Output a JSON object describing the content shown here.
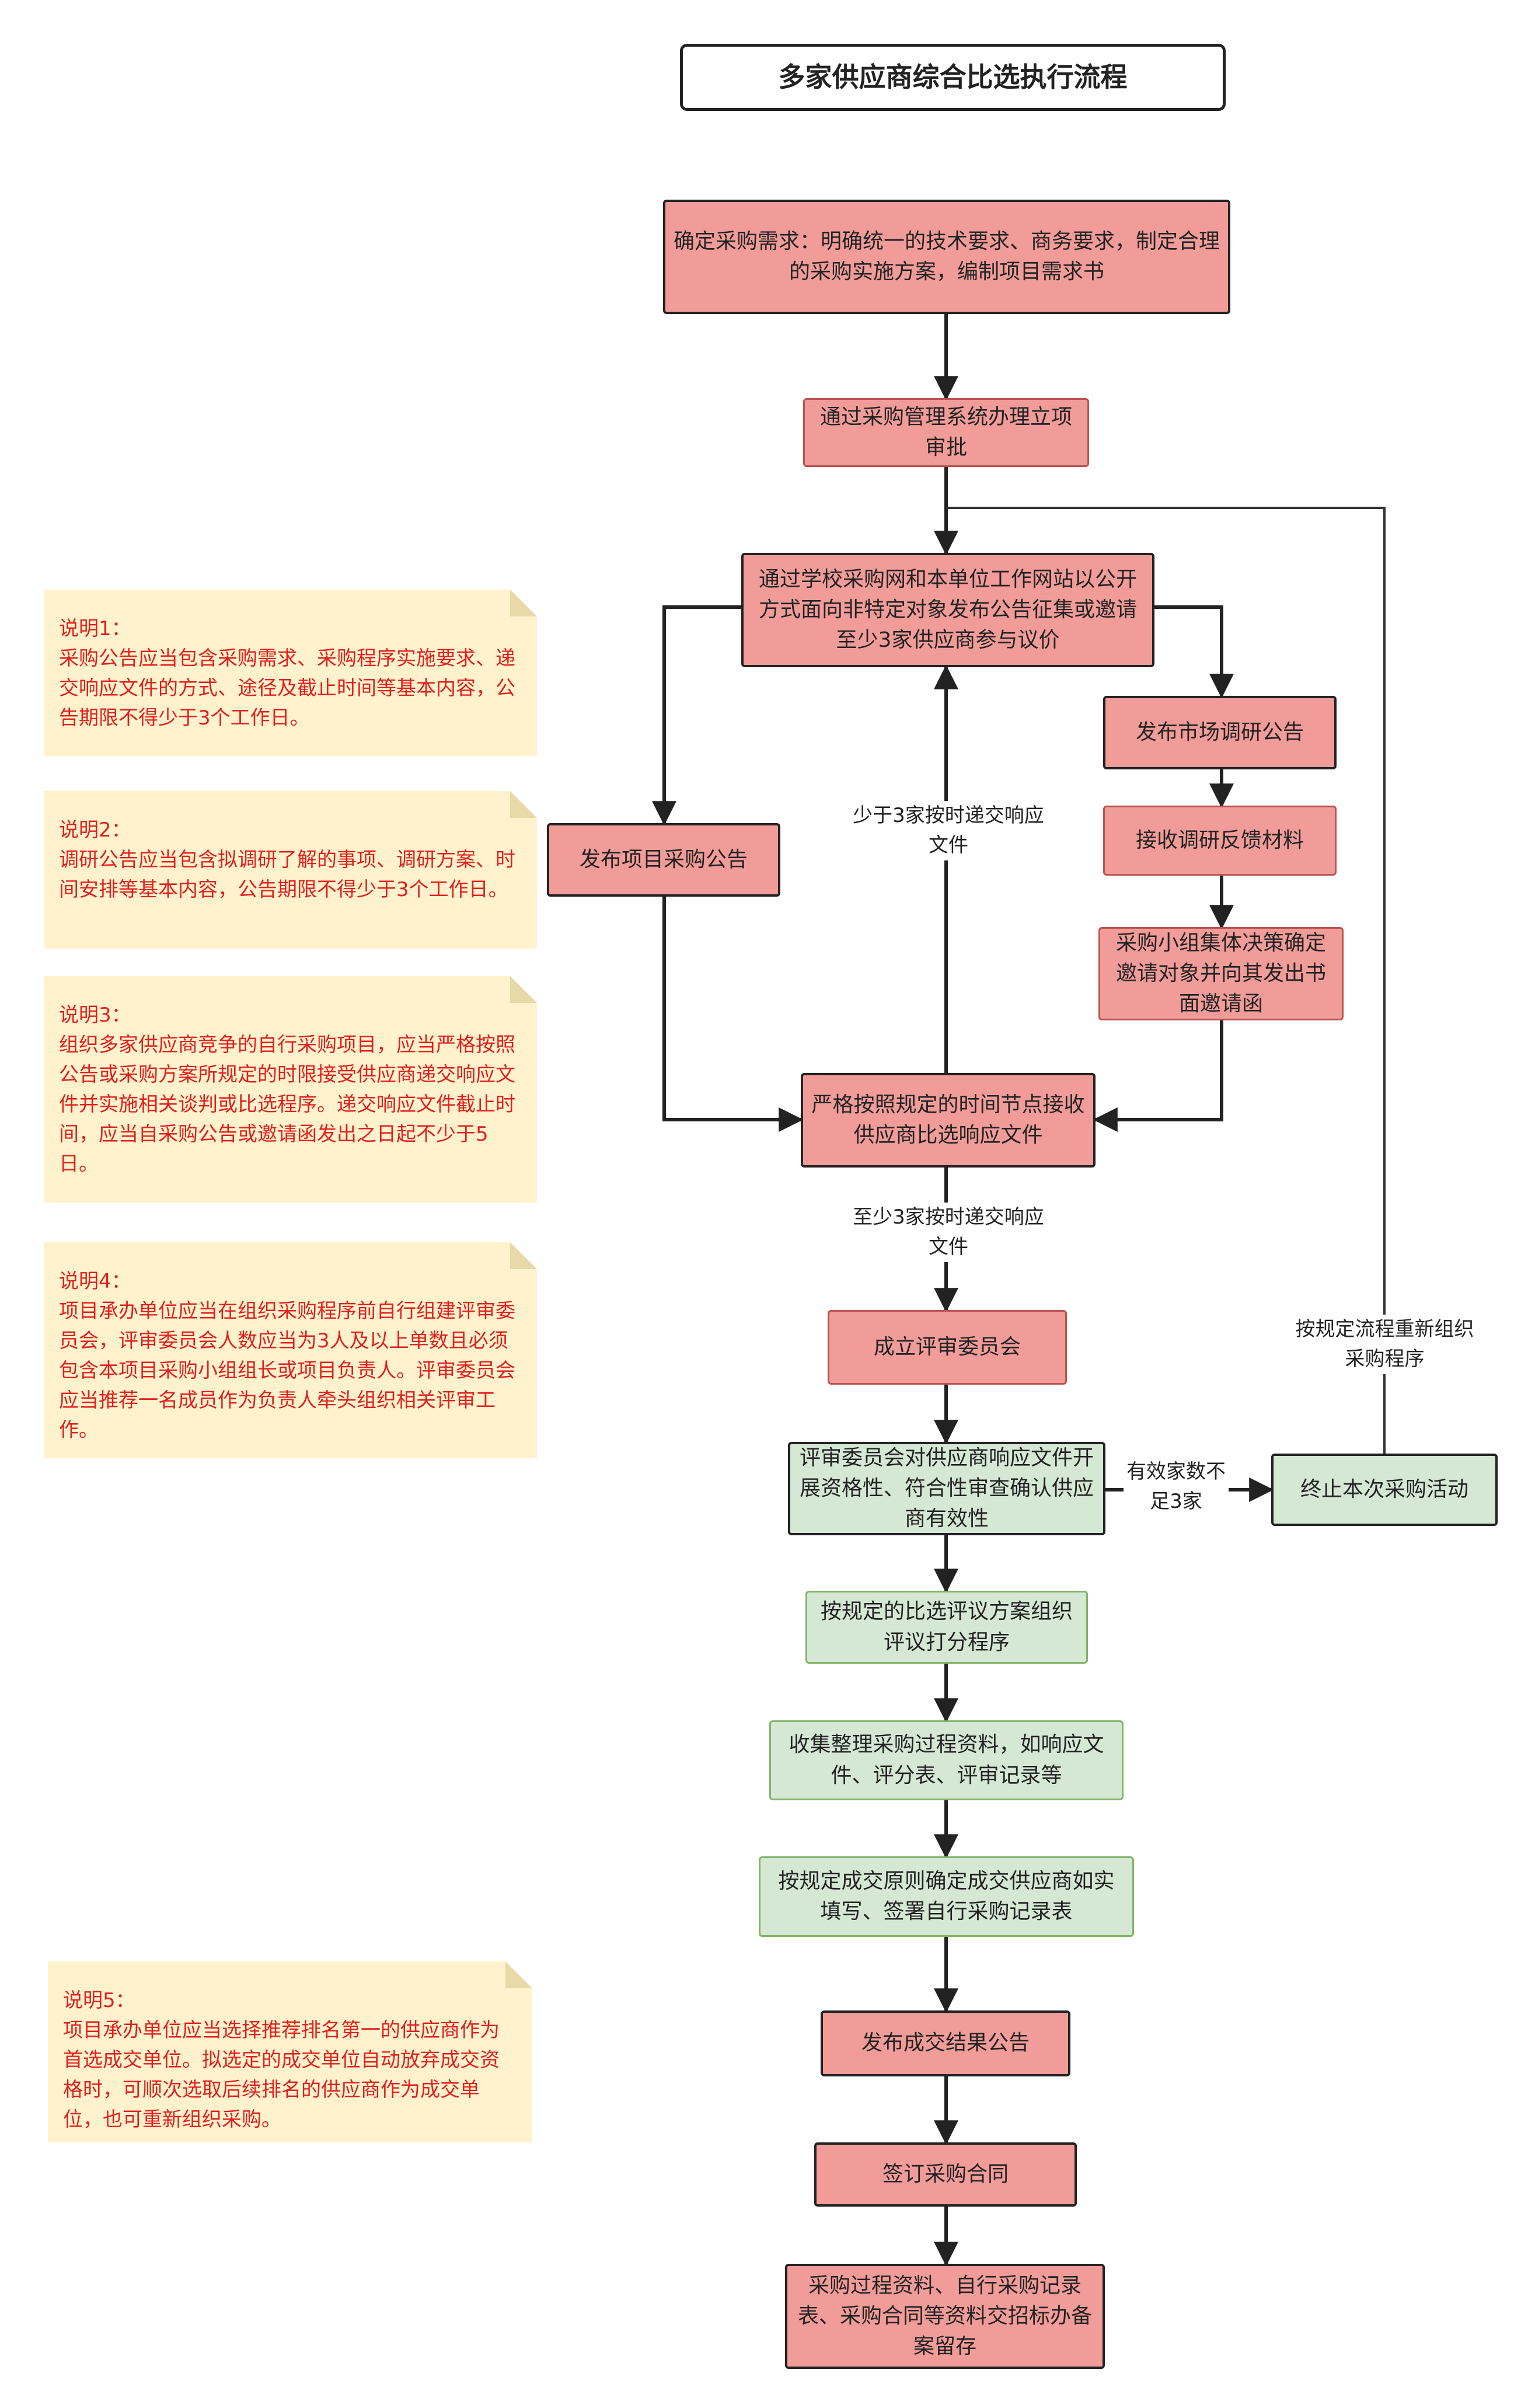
{
  "title": "多家供应商综合比选执行流程",
  "nodes": {
    "need": "确定采购需求：明确统一的技术要求、商务要求，制定合理的采购实施方案，编制项目需求书",
    "approve": "通过采购管理系统办理立项审批",
    "publish": "通过学校采购网和本单位工作网站以公开方式面向非特定对象发布公告征集或邀请至少3家供应商参与议价",
    "market_notice": "发布市场调研公告",
    "project_notice": "发布项目采购公告",
    "feedback": "接收调研反馈材料",
    "invite": "采购小组集体决策确定邀请对象并向其发出书面邀请函",
    "receive": "严格按照规定的时间节点接收供应商比选响应文件",
    "committee": "成立评审委员会",
    "review": "评审委员会对供应商响应文件开展资格性、符合性审查确认供应商有效性",
    "terminate": "终止本次采购活动",
    "evaluate": "按规定的比选评议方案组织评议打分程序",
    "collect": "收集整理采购过程资料，如响应文件、评分表、评审记录等",
    "decide": "按规定成交原则确定成交供应商如实填写、签署自行采购记录表",
    "result": "发布成交结果公告",
    "contract": "签订采购合同",
    "archive": "采购过程资料、自行采购记录表、采购合同等资料交招标办备案留存"
  },
  "edge_labels": {
    "less_than_three": "少于3家按时递交响应文件",
    "at_least_three": "至少3家按时递交响应文件",
    "insufficient": "有效家数不足3家",
    "restart": "按规定流程重新组织采购程序"
  },
  "notes": [
    {
      "title": "说明1：",
      "text": "采购公告应当包含采购需求、采购程序实施要求、递交响应文件的方式、途径及截止时间等基本内容，公告期限不得少于3个工作日。"
    },
    {
      "title": "说明2：",
      "text": "调研公告应当包含拟调研了解的事项、调研方案、时间安排等基本内容，公告期限不得少于3个工作日。"
    },
    {
      "title": "说明3：",
      "text": "组织多家供应商竞争的自行采购项目，应当严格按照公告或采购方案所规定的时限接受供应商递交响应文件并实施相关谈判或比选程序。递交响应文件截止时间，应当自采购公告或邀请函发出之日起不少于5日。"
    },
    {
      "title": "说明4：",
      "text": "项目承办单位应当在组织采购程序前自行组建评审委员会，评审委员会人数应当为3人及以上单数且必须包含本项目采购小组组长或项目负责人。评审委员会应当推荐一名成员作为负责人牵头组织相关评审工作。"
    },
    {
      "title": "说明5：",
      "text": "项目承办单位应当选择推荐排名第一的供应商作为首选成交单位。拟选定的成交单位自动放弃成交资格时，可顺次选取后续排名的供应商作为成交单位，也可重新组织采购。"
    }
  ]
}
